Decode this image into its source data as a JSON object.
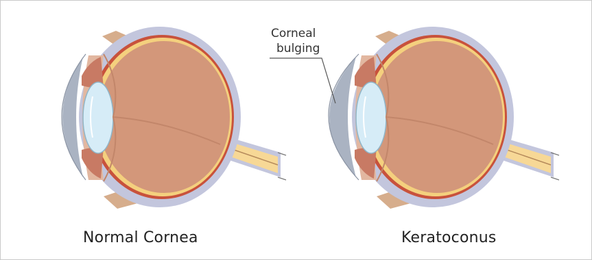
{
  "annotation": {
    "line1": "Corneal",
    "line2": "bulging"
  },
  "labels": {
    "left": "Normal Cornea",
    "right": "Keratoconus"
  },
  "colors": {
    "sclera": "#c3c6dd",
    "retina_red": "#c8523c",
    "yellow_layer": "#f4d07e",
    "vitreous": "#d3977a",
    "cornea_gray": "#aab3c2",
    "lens": "#d6ecf7",
    "optic_nerve": "#f7d896",
    "muscle_tan": "#d6ad8c"
  }
}
